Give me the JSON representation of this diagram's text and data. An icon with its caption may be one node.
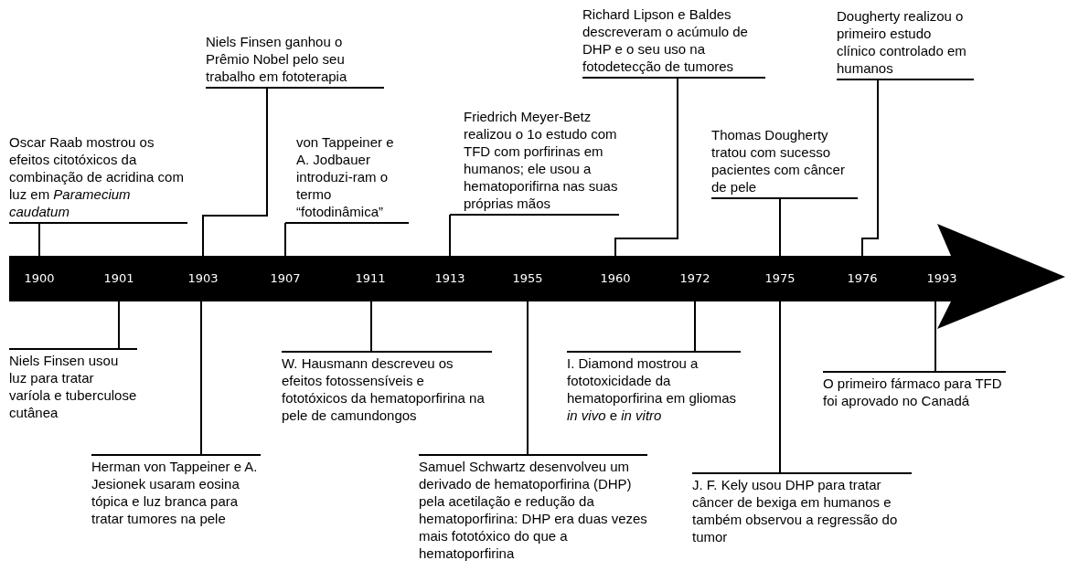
{
  "diagram": {
    "nodes": [
      {
        "text": [],
        "shape": "arrow"
      },
      {
        "text": [
          "1900"
        ],
        "in": 0
      },
      {
        "text": [
          "1901"
        ],
        "in": 0
      },
      {
        "text": [
          "1903"
        ],
        "in": 0
      },
      {
        "text": [
          "1907"
        ],
        "in": 0
      },
      {
        "text": [
          "1911"
        ],
        "in": 0
      },
      {
        "text": [
          "1913"
        ],
        "in": 0
      },
      {
        "text": [
          "1955"
        ],
        "in": 0
      },
      {
        "text": [
          "1960"
        ],
        "in": 0
      },
      {
        "text": [
          "1972"
        ],
        "in": 0
      },
      {
        "text": [
          "1975"
        ],
        "in": 0
      },
      {
        "text": [
          "1976"
        ],
        "in": 0
      },
      {
        "text": [
          "1993"
        ],
        "in": 0
      },
      {
        "text": [
          "Oscar Raab mostrou os efeitos citotóxicos da combinação de acridina com luz em *Paramecium caudatum*"
        ]
      },
      {
        "text": [
          "Niels Finsen ganhou o Prêmio Nobel pelo seu trabalho em fototerapia"
        ]
      },
      {
        "text": [
          "von Tappeiner e A. Jodbauer introduzi-ram o termo “fotodinâmica”"
        ]
      },
      {
        "text": [
          "Friedrich Meyer-Betz realizou o 1o estudo com TFD com porfirinas em humanos; ele usou a hematoporifirna nas suas próprias mãos"
        ]
      },
      {
        "text": [
          "Richard Lipson e Baldes descreveram o acúmulo de DHP e o seu uso na fotodetecção de tumores"
        ]
      },
      {
        "text": [
          "Thomas Dougherty tratou com sucesso pacientes com câncer de pele"
        ]
      },
      {
        "text": [
          "Dougherty realizou o primeiro estudo clínico controlado em humanos"
        ]
      },
      {
        "text": [
          "Niels Finsen usou luz para tratar varíola e tuberculose cutânea"
        ]
      },
      {
        "text": [
          "Herman von Tappeiner e A. Jesionek usaram eosina tópica e luz branca para tratar tumores na pele"
        ]
      },
      {
        "text": [
          "W. Hausmann descreveu os efeitos fotossensíveis e fototóxicos da hematoporfirina na pele de camundongos"
        ]
      },
      {
        "text": [
          "Samuel Schwartz desenvolveu um derivado de hematoporfirina (DHP) pela acetilação e redução da hematoporfirina: DHP era duas vezes mais fototóxico do que a hematoporfirina"
        ]
      },
      {
        "text": [
          "I. Diamond mostrou a fototoxicidade da hematoporfirina em gliomas *in vivo* e *in vitro*"
        ]
      },
      {
        "text": [
          "J. F. Kely usou DHP para tratar câncer de bexiga em humanos e também observou a regressão do tumor"
        ]
      },
      {
        "text": [
          "O primeiro fármaco para TFD foi aprovado no Canadá"
        ]
      }
    ],
    "edges": [
      {
        "from": 13,
        "to": 1,
        "arrow": "none"
      },
      {
        "from": 14,
        "to": 3,
        "arrow": "none"
      },
      {
        "from": 15,
        "to": 4,
        "arrow": "none"
      },
      {
        "from": 16,
        "to": 6,
        "arrow": "none"
      },
      {
        "from": 17,
        "to": 8,
        "arrow": "none"
      },
      {
        "from": 18,
        "to": 10,
        "arrow": "none"
      },
      {
        "from": 19,
        "to": 11,
        "arrow": "none"
      },
      {
        "from": 20,
        "to": 2,
        "arrow": "none"
      },
      {
        "from": 21,
        "to": 3,
        "arrow": "none"
      },
      {
        "from": 22,
        "to": 5,
        "arrow": "none"
      },
      {
        "from": 23,
        "to": 7,
        "arrow": "none"
      },
      {
        "from": 24,
        "to": 9,
        "arrow": "none"
      },
      {
        "from": 25,
        "to": 10,
        "arrow": "none"
      },
      {
        "from": 26,
        "to": 12,
        "arrow": "none"
      }
    ]
  }
}
